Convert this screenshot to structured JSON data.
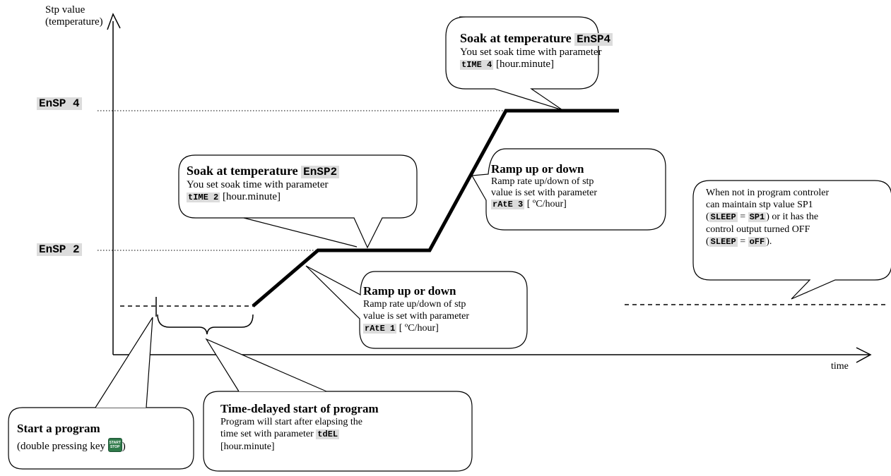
{
  "axes": {
    "y_label_line1": "Stp value",
    "y_label_line2": "(temperature)",
    "x_label": "time"
  },
  "levels": {
    "ensp4": "EnSP 4",
    "ensp2": "EnSP 2"
  },
  "callouts": {
    "soak4": {
      "title_prefix": "Soak at temperature ",
      "title_code": "EnSP4",
      "line1": "You set soak time with parameter",
      "code": "tIME 4",
      "line2_suffix": " [hour.minute]"
    },
    "soak2": {
      "title_prefix": "Soak at temperature ",
      "title_code": "EnSP2",
      "line1": "You set soak time with parameter",
      "code": "tIME 2",
      "line2_suffix": " [hour.minute]"
    },
    "ramp3": {
      "title": "Ramp up or down",
      "line1": "Ramp rate up/down of stp",
      "line2": "value is set with parameter",
      "code": "rAtE 3",
      "line3_suffix": " [ ºC/hour]"
    },
    "ramp1": {
      "title": "Ramp up or down",
      "line1": "Ramp rate up/down of stp",
      "line2": "value is set with parameter",
      "code": "rAtE 1",
      "line3_suffix": " [ ºC/hour]"
    },
    "sleep": {
      "line1": "When not in program controler",
      "line2": "can maintain stp value SP1",
      "l3_open": "(",
      "l3_code1": "SLEEP",
      "l3_eq": " = ",
      "l3_code2": "SP1",
      "l3_tail": ") or it has the",
      "line4": "control output turned OFF",
      "l5_open": "(",
      "l5_code1": "SLEEP",
      "l5_eq": " = ",
      "l5_code2": "oFF",
      "l5_tail": ")."
    },
    "start": {
      "title": "Start a program",
      "line1_prefix": "(double pressing key ",
      "key_top": "START",
      "key_bottom": "STOP",
      "line1_suffix": ")"
    },
    "delay": {
      "title": "Time-delayed start of program",
      "line1": "Program will start after elapsing the",
      "line2_prefix": "time set with parameter ",
      "code": "tdEL",
      "line3": "[hour.minute]"
    }
  }
}
